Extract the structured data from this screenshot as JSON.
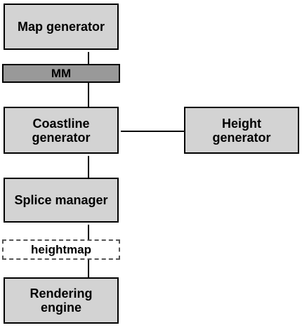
{
  "nodes": {
    "map_generator": "Map generator",
    "mm": "MM",
    "coastline_generator": "Coastline\ngenerator",
    "height_generator": "Height\ngenerator",
    "splice_manager": "Splice manager",
    "heightmap": "heightmap",
    "rendering_engine": "Rendering\nengine"
  },
  "colors": {
    "block_fill": "#d3d3d3",
    "bar_fill": "#999999",
    "outline": "#000000",
    "dashed_outline": "#555555"
  }
}
